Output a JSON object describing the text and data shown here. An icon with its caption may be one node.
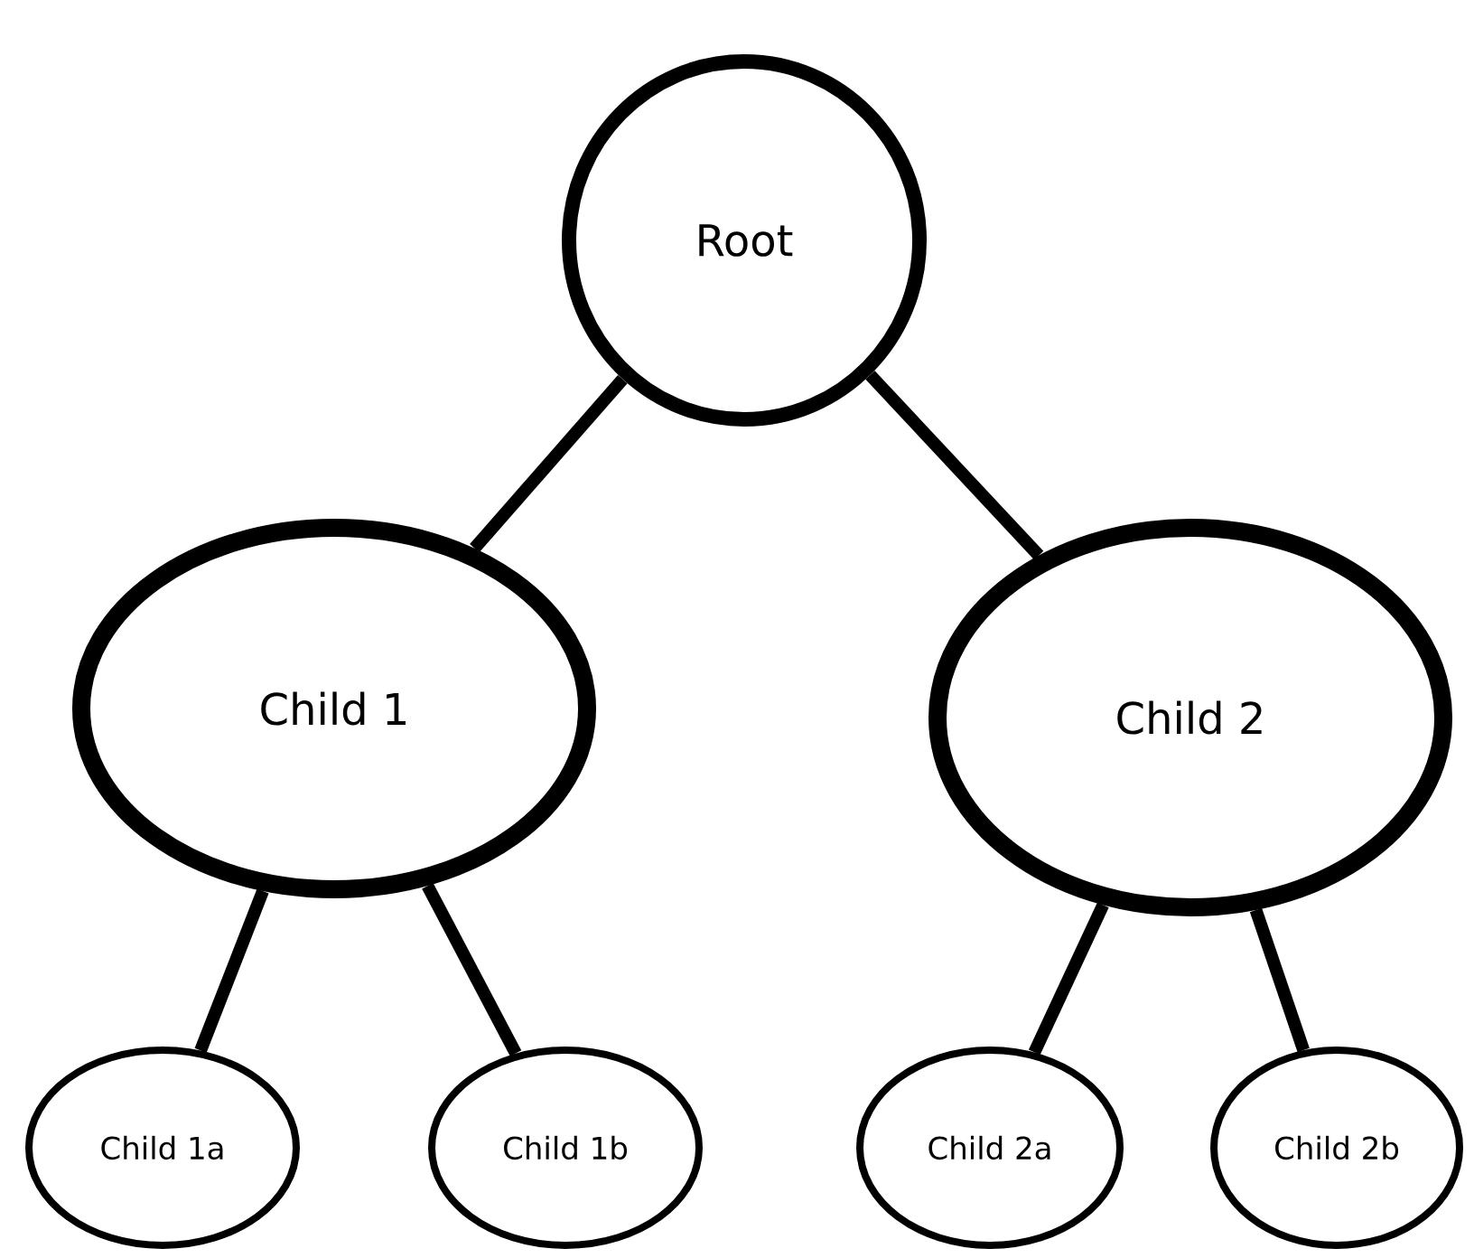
{
  "diagram": {
    "nodes": [
      {
        "text": [
          "Root"
        ]
      },
      {
        "text": [
          "Child 1"
        ]
      },
      {
        "text": [
          "Child 2"
        ]
      },
      {
        "text": [
          "Child 1a"
        ]
      },
      {
        "text": [
          "Child 1b"
        ]
      },
      {
        "text": [
          "Child 2a"
        ]
      },
      {
        "text": [
          "Child 2b"
        ]
      }
    ],
    "edges": [
      {
        "from": 0,
        "to": 1,
        "arrow": "none"
      },
      {
        "from": 0,
        "to": 2,
        "arrow": "none"
      },
      {
        "from": 1,
        "to": 3,
        "arrow": "none"
      },
      {
        "from": 1,
        "to": 4,
        "arrow": "none"
      },
      {
        "from": 2,
        "to": 5,
        "arrow": "none"
      },
      {
        "from": 2,
        "to": 6,
        "arrow": "none"
      }
    ]
  }
}
